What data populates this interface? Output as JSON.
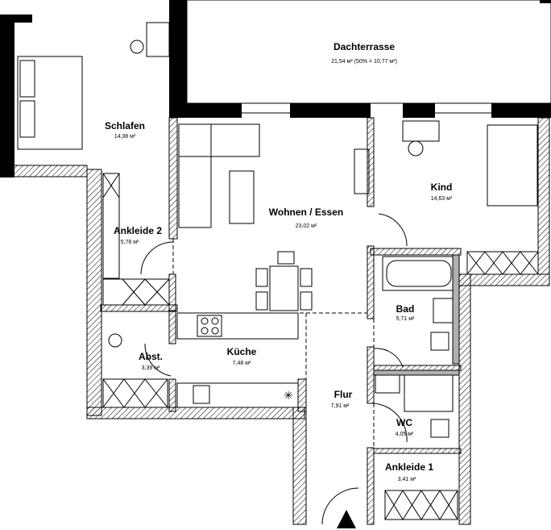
{
  "rooms": {
    "dachterrasse": {
      "name": "Dachterrasse",
      "area": "21,54 м² (50% = 10,77 м²)"
    },
    "schlafen": {
      "name": "Schlafen",
      "area": "14,38 м²"
    },
    "wohnen": {
      "name": "Wohnen / Essen",
      "area": "23,02 м²"
    },
    "kind": {
      "name": "Kind",
      "area": "14,63 м²"
    },
    "ankleide2": {
      "name": "Ankleide 2",
      "area": "5,78 м²"
    },
    "bad": {
      "name": "Bad",
      "area": "5,71 м²"
    },
    "abst": {
      "name": "Abst.",
      "area": "3,39 м²"
    },
    "kueche": {
      "name": "Küche",
      "area": "7,48 м²"
    },
    "flur": {
      "name": "Flur",
      "area": "7,91 м²"
    },
    "wc": {
      "name": "WC",
      "area": "4,05 м²"
    },
    "ankleide1": {
      "name": "Ankleide 1",
      "area": "3,41 м²"
    }
  },
  "colors": {
    "wall": "#000000",
    "fixture": "#b0b0b0"
  }
}
